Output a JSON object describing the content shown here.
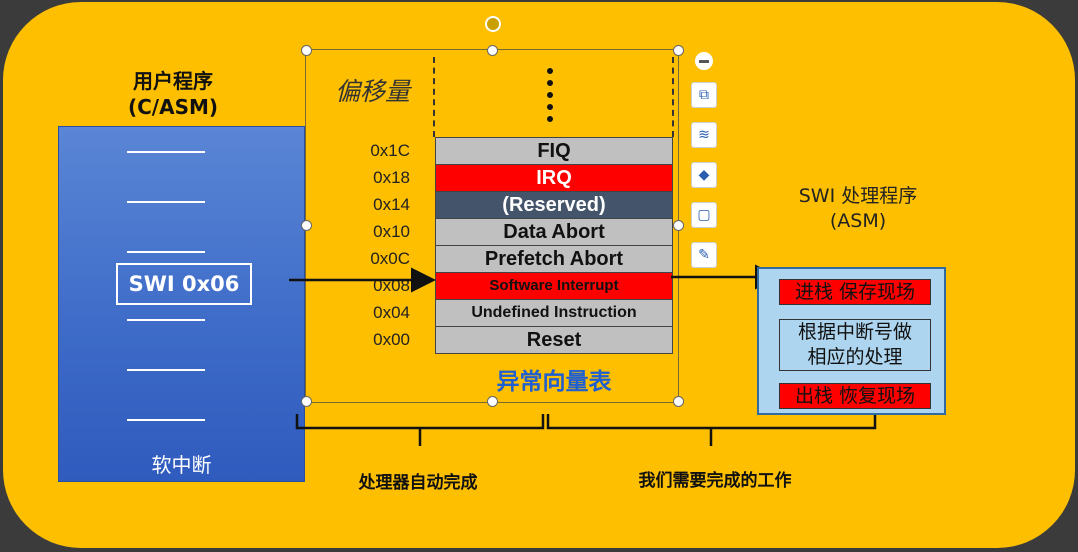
{
  "user_program": {
    "title_line1": "用户程序",
    "title_line2": "(C/ASM)",
    "swi_instruction": "SWI 0x06",
    "footer": "软中断"
  },
  "vector_table": {
    "offset_header": "偏移量",
    "caption": "异常向量表",
    "rows": [
      {
        "offset": "0x1C",
        "name": "FIQ",
        "bg": "#C0C0C0",
        "color": "#111111"
      },
      {
        "offset": "0x18",
        "name": "IRQ",
        "bg": "#FF0000",
        "color": "#ffffff"
      },
      {
        "offset": "0x14",
        "name": "(Reserved)",
        "bg": "#44546A",
        "color": "#ffffff"
      },
      {
        "offset": "0x10",
        "name": "Data Abort",
        "bg": "#C0C0C0",
        "color": "#111111"
      },
      {
        "offset": "0x0C",
        "name": "Prefetch Abort",
        "bg": "#C0C0C0",
        "color": "#111111"
      },
      {
        "offset": "0x08",
        "name": "Software Interrupt",
        "bg": "#FF0000",
        "color": "#111111"
      },
      {
        "offset": "0x04",
        "name": "Undefined Instruction",
        "bg": "#C0C0C0",
        "color": "#111111"
      },
      {
        "offset": "0x00",
        "name": "Reset",
        "bg": "#C0C0C0",
        "color": "#111111"
      }
    ]
  },
  "swi_handler": {
    "title_line1": "SWI 处理程序",
    "title_line2": "(ASM)",
    "step_push": "进栈 保存现场",
    "step_handle_line1": "根据中断号做",
    "step_handle_line2": "相应的处理",
    "step_pop": "出栈 恢复现场"
  },
  "brackets": {
    "left_label": "处理器自动完成",
    "right_label": "我们需要完成的工作"
  },
  "toolbar": {
    "icons": [
      "collapse-icon",
      "layout-options-icon",
      "layers-icon",
      "fill-icon",
      "outline-icon",
      "pen-icon"
    ]
  },
  "colors": {
    "background": "#FDBF00",
    "panel_blue": "#3E6CC8",
    "caption_blue": "#1F5FD0",
    "handler_panel": "#ADD5EF",
    "highlight_red": "#FF0000"
  }
}
